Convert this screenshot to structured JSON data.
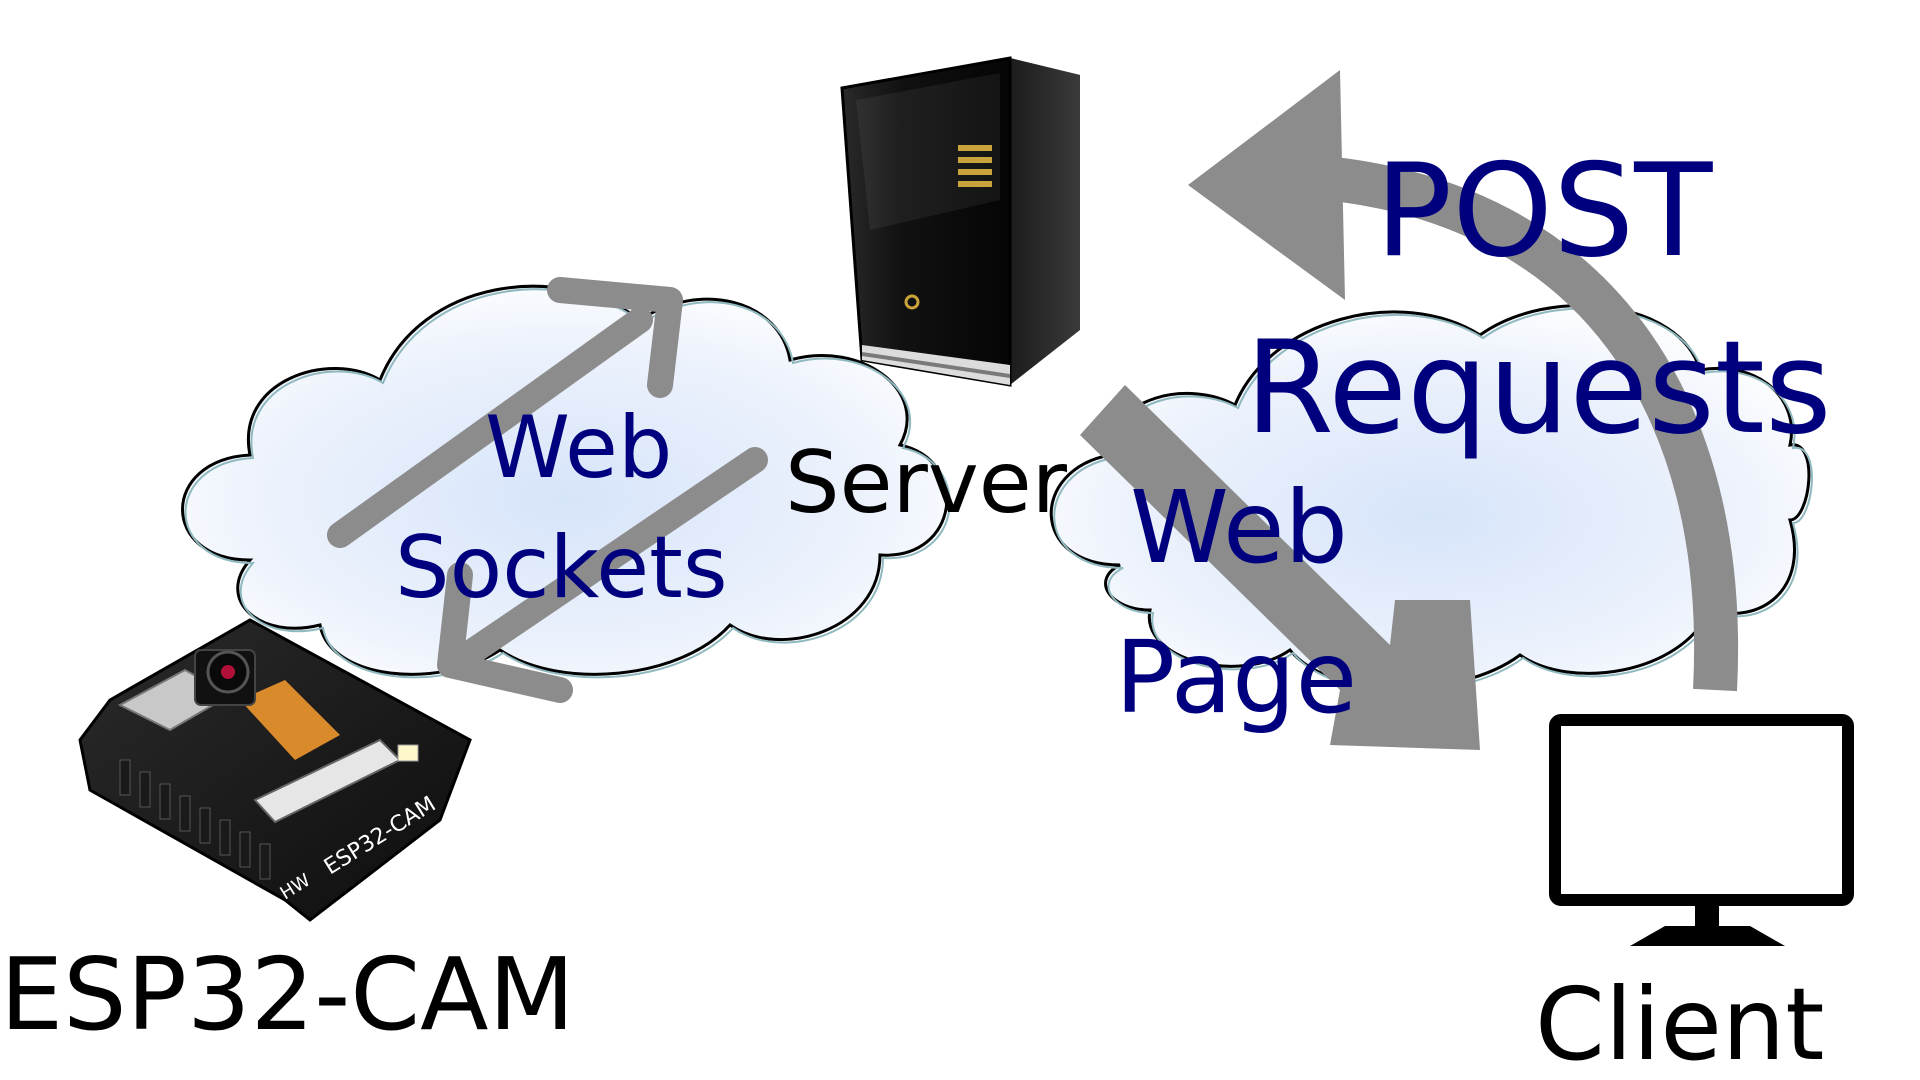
{
  "labels": {
    "server": "Server",
    "websockets_line1": "Web",
    "websockets_line2": "Sockets",
    "webpage_line1": "Web",
    "webpage_line2": "Page",
    "post_line1": "POST",
    "post_line2": "Requests",
    "esp32": "ESP32-CAM",
    "client": "Client"
  },
  "board_text": {
    "model": "ESP32-CAM",
    "mark": "HW"
  },
  "colors": {
    "label_blue": "#00007f",
    "arrow_gray": "#8c8c8c",
    "cloud_fill": "#e6eefb",
    "cloud_stroke": "#8fb9bf"
  }
}
